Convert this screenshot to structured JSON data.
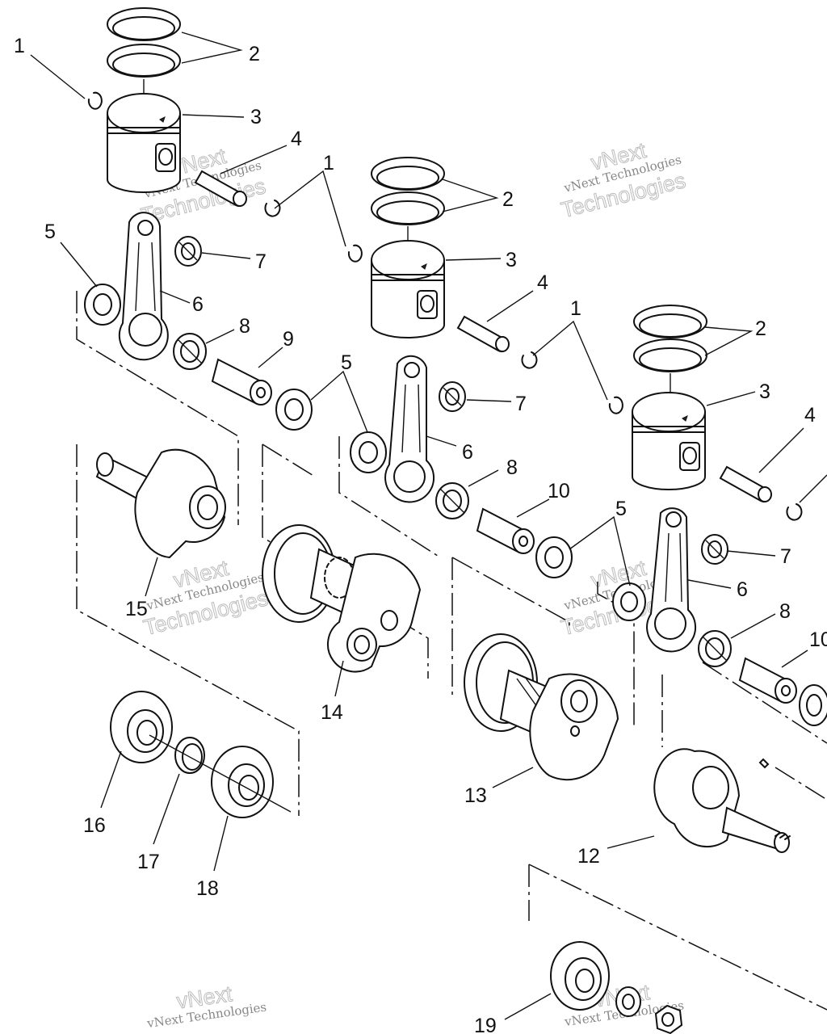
{
  "callouts": [
    {
      "id": "c1a",
      "text": "1"
    },
    {
      "id": "c2a",
      "text": "2"
    },
    {
      "id": "c3a",
      "text": "3"
    },
    {
      "id": "c4a",
      "text": "4"
    },
    {
      "id": "c5a",
      "text": "5"
    },
    {
      "id": "c6a",
      "text": "6"
    },
    {
      "id": "c7a",
      "text": "7"
    },
    {
      "id": "c8a",
      "text": "8"
    },
    {
      "id": "c9",
      "text": "9"
    },
    {
      "id": "c1b",
      "text": "1"
    },
    {
      "id": "c2b",
      "text": "2"
    },
    {
      "id": "c3b",
      "text": "3"
    },
    {
      "id": "c4b",
      "text": "4"
    },
    {
      "id": "c5b",
      "text": "5"
    },
    {
      "id": "c6b",
      "text": "6"
    },
    {
      "id": "c7b",
      "text": "7"
    },
    {
      "id": "c8b",
      "text": "8"
    },
    {
      "id": "c10b",
      "text": "10"
    },
    {
      "id": "c1c",
      "text": "1"
    },
    {
      "id": "c2c",
      "text": "2"
    },
    {
      "id": "c3c",
      "text": "3"
    },
    {
      "id": "c4c",
      "text": "4"
    },
    {
      "id": "c5c",
      "text": "5"
    },
    {
      "id": "c6c",
      "text": "6"
    },
    {
      "id": "c7c",
      "text": "7"
    },
    {
      "id": "c8c",
      "text": "8"
    },
    {
      "id": "c10c",
      "text": "10"
    },
    {
      "id": "c12",
      "text": "12"
    },
    {
      "id": "c13",
      "text": "13"
    },
    {
      "id": "c14",
      "text": "14"
    },
    {
      "id": "c15",
      "text": "15"
    },
    {
      "id": "c16",
      "text": "16"
    },
    {
      "id": "c17",
      "text": "17"
    },
    {
      "id": "c18",
      "text": "18"
    },
    {
      "id": "c19",
      "text": "19"
    }
  ],
  "watermark": {
    "line1": "vNext Technologies",
    "line2": "vNext",
    "line3": "Technologies"
  }
}
